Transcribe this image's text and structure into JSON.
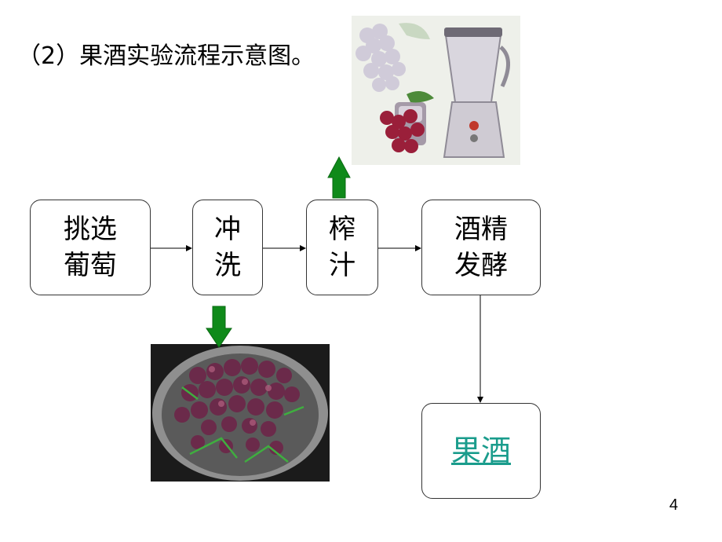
{
  "title": "（2）果酒实验流程示意图。",
  "steps": [
    {
      "line1": "挑选",
      "line2": "葡萄"
    },
    {
      "line1": "冲",
      "line2": "洗"
    },
    {
      "line1": "榨",
      "line2": "汁"
    },
    {
      "line1": "酒精",
      "line2": "发酵"
    }
  ],
  "result": {
    "label": "果酒"
  },
  "colors": {
    "arrow_green": "#0f8a1a",
    "link_teal": "#1a9c8c"
  },
  "images": {
    "top": "blender-with-grapes",
    "bottom": "grapes-in-colander"
  },
  "page_number": "4"
}
